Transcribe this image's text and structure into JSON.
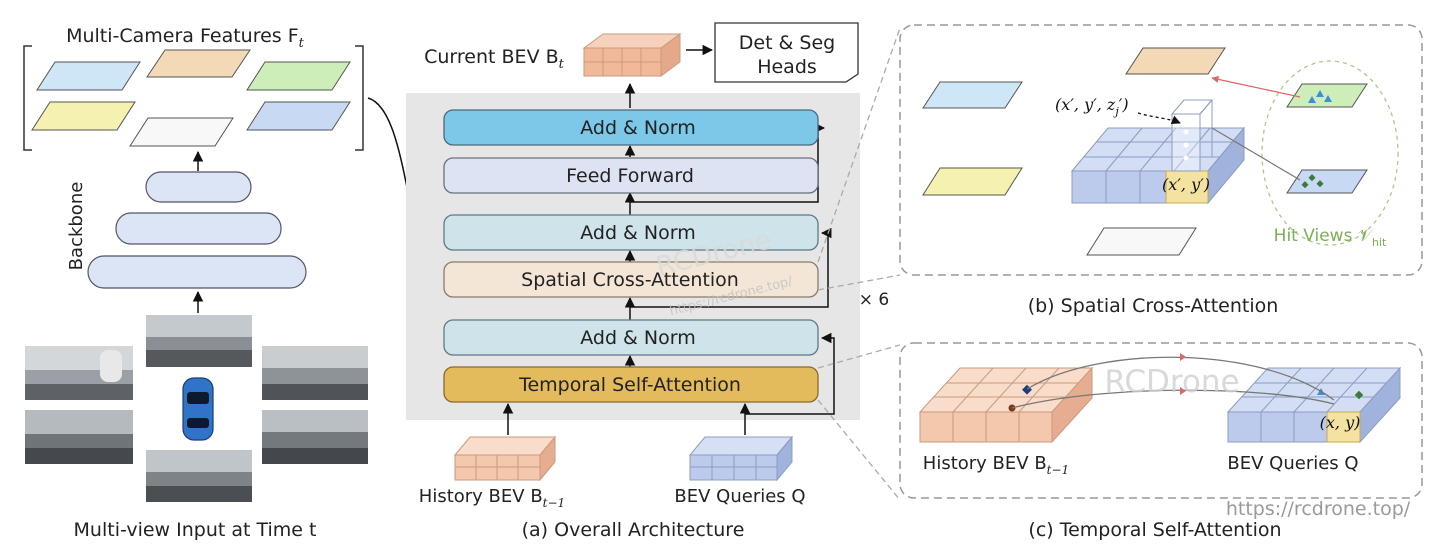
{
  "left": {
    "features_title": "Multi-Camera Features F",
    "features_sub": "t",
    "backbone_label": "Backbone",
    "input_label": "Multi-view Input at Time t"
  },
  "arch": {
    "current_bev_label": "Current BEV B",
    "current_bev_sub": "t",
    "heads_line1": "Det & Seg",
    "heads_line2": "Heads",
    "add_norm_top": "Add & Norm",
    "feed_forward": "Feed Forward",
    "add_norm_mid": "Add & Norm",
    "spatial_cross": "Spatial Cross-Attention",
    "add_norm_low": "Add & Norm",
    "temporal_self": "Temporal Self-Attention",
    "repeat": "× 6",
    "history_label": "History BEV B",
    "history_sub": "t−1",
    "queries_label": "BEV Queries Q",
    "caption": "(a) Overall Architecture"
  },
  "panel_b": {
    "point_3d": "(x′, y′, z",
    "point_3d_sub": "j",
    "point_3d_end": "′)",
    "point_2d": "(x′, y′)",
    "hit_views": "Hit Views 𝒱",
    "hit_sub": "hit",
    "caption": "(b) Spatial Cross-Attention"
  },
  "panel_c": {
    "xy": "(x, y)",
    "history_label": "History BEV B",
    "history_sub": "t−1",
    "queries_label": "BEV Queries Q",
    "caption": "(c) Temporal Self-Attention"
  },
  "watermark": {
    "big": "RCDrone",
    "url": "https://rcdrone.top/"
  },
  "colors": {
    "add_norm_top": "#7cc8e8",
    "add_norm": "#cfe3ea",
    "feed_forward": "#dde3f2",
    "spatial": "#f4e6d6",
    "temporal": "#e3bb5c",
    "bev_orange": "#f3c3a8",
    "bev_blue": "#b9c8e8"
  }
}
